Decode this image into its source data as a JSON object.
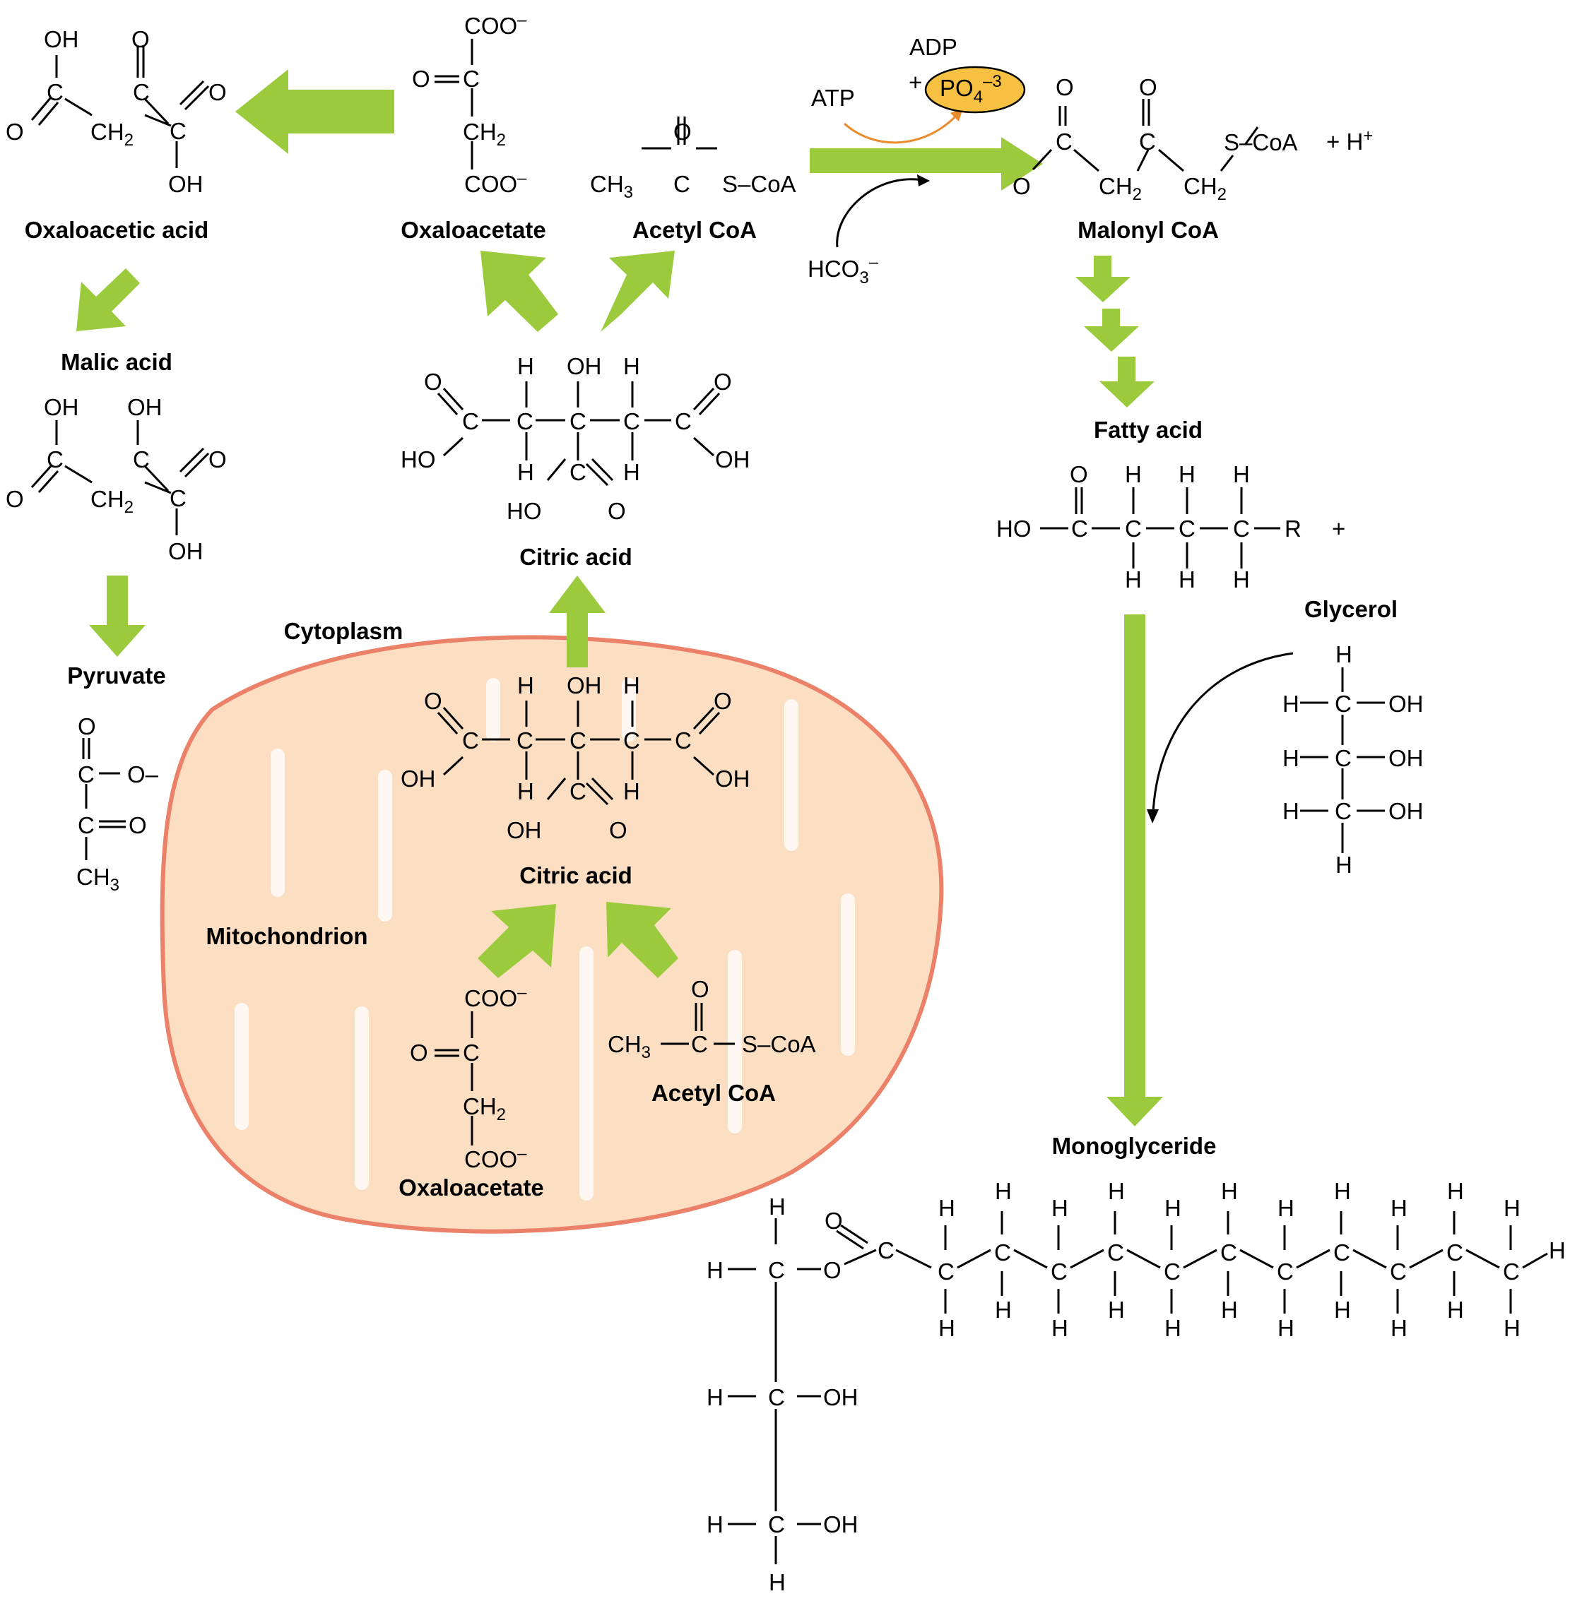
{
  "colors": {
    "arrow": "#9bcb3c",
    "mitochondrion_fill": "#fcdfc3",
    "mitochondrion_outline": "#ec8169",
    "cristae": "#fff8f2",
    "phosphate_fill": "#f6c043",
    "atp_arrow": "#e98b2a"
  },
  "compartments": {
    "cytoplasm": "Cytoplasm",
    "mitochondrion": "Mitochondrion"
  },
  "labels": {
    "oxaloacetic_acid": "Oxaloacetic acid",
    "oxaloacetate_top": "Oxaloacetate",
    "acetyl_coa_top": "Acetyl CoA",
    "malonyl_coa": "Malonyl CoA",
    "malic_acid": "Malic acid",
    "citric_acid_top": "Citric acid",
    "fatty_acid": "Fatty acid",
    "pyruvate": "Pyruvate",
    "glycerol": "Glycerol",
    "citric_acid_mito": "Citric acid",
    "acetyl_coa_mito": "Acetyl CoA",
    "oxaloacetate_mito": "Oxaloacetate",
    "monoglyceride": "Monoglyceride"
  },
  "cofactors": {
    "atp": "ATP",
    "adp": "ADP",
    "plus": "+",
    "phosphate": "PO",
    "phosphate_sub": "4",
    "phosphate_charge": "–3",
    "bicarbonate": "HCO",
    "bicarbonate_sub": "3",
    "bicarbonate_charge": "–",
    "hydrogen_ion": "+ H",
    "hydrogen_charge": "+"
  },
  "atoms": {
    "C": "C",
    "O": "O",
    "H": "H",
    "OH": "OH",
    "HO": "HO",
    "R": "R",
    "plus": "+",
    "CH": "CH",
    "sub2": "2",
    "sub3": "3",
    "COO": "COO",
    "minus": "–",
    "S_CoA": "S–CoA",
    "O_minus": "O–"
  }
}
